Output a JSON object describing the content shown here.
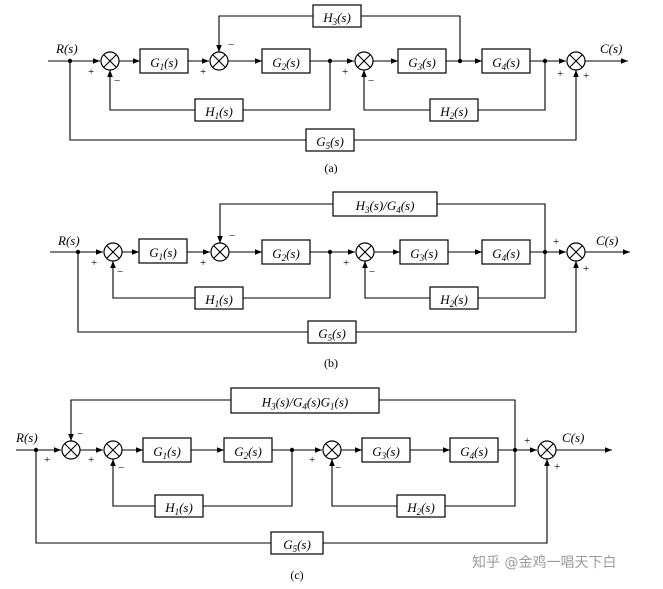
{
  "diagrams": [
    {
      "caption": "(a)",
      "input": "R(s)",
      "output": "C(s)",
      "blocks": {
        "g1": "G1(s)",
        "g2": "G2(s)",
        "g3": "G3(s)",
        "g4": "G4(s)",
        "h1": "H1(s)",
        "h2": "H2(s)",
        "h3": "H3(s)",
        "g5": "G5(s)"
      }
    },
    {
      "caption": "(b)",
      "input": "R(s)",
      "output": "C(s)",
      "blocks": {
        "g1": "G1(s)",
        "g2": "G2(s)",
        "g3": "G3(s)",
        "g4": "G4(s)",
        "h1": "H1(s)",
        "h2": "H2(s)",
        "h3": "H3(s)/G4(s)",
        "g5": "G5(s)"
      }
    },
    {
      "caption": "(c)",
      "input": "R(s)",
      "output": "C(s)",
      "blocks": {
        "g1": "G1(s)",
        "g2": "G2(s)",
        "g3": "G3(s)",
        "g4": "G4(s)",
        "h1": "H1(s)",
        "h2": "H2(s)",
        "h3": "H3(s)/G4(s)G1(s)",
        "g5": "G5(s)"
      }
    }
  ],
  "signs": {
    "plus": "+",
    "minus": "−"
  },
  "watermark": "知乎 @金鸡一唱天下白"
}
